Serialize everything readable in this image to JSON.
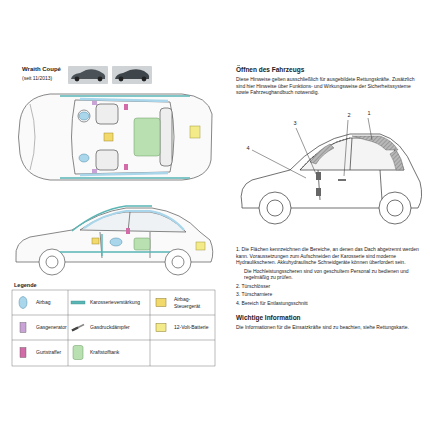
{
  "diagram": {
    "title": "Wraith Coupé",
    "labels": [
      "(seit 11/2013)",
      "Legende",
      "Öffnen des Fahrzeugs",
      "Diese Hinweise gelten ausschließlich für ausgebildete Rettungskräfte. Zusätzlich sind hier Hinweise über Funktions- und Wirkungsweise der Sicherheitssysteme sowie Fahrzeughandbuch notwendig.",
      "1",
      "2",
      "3",
      "4",
      "1. Die Flächen kennzeichnen die Bereiche, an denen das Dach abgetrennt werden kann. Voraussetzungen zum Aufschneiden der Karosserie sind moderne Hydraulikscheren. Akkuhydraulische Schneidgeräte können überfordert sein.",
      "Die Hochleistungsscheren sind von geschultem Personal zu bedienen und regelmäßig zu prüfen.",
      "2. Türschlösser",
      "3. Türscharniere",
      "4. Bereich für Entlastungsschnitt",
      "Wichtige Information",
      "Die Informationen für die Einsatzkräfte sind zu beachten, siehe Rettungskarte."
    ],
    "legend": [
      {
        "text": "Airbag",
        "color": "#a9d6ea"
      },
      {
        "text": "Karosserieverstärkung",
        "color": "#5ab5b5"
      },
      {
        "text": "Airbag-Steuergerät",
        "color": "#f2d96b"
      },
      {
        "text": "Gasgenerator",
        "color": "#c9a3d6"
      },
      {
        "text": "Gasdruckdämpfer"
      },
      {
        "text": "12-Volt-Batterie",
        "color": "#f3ea8a"
      },
      {
        "text": "Gurtstraffer",
        "color": "#d36ba8"
      },
      {
        "text": "Kraftstofftank",
        "color": "#b8e0b0"
      }
    ]
  }
}
